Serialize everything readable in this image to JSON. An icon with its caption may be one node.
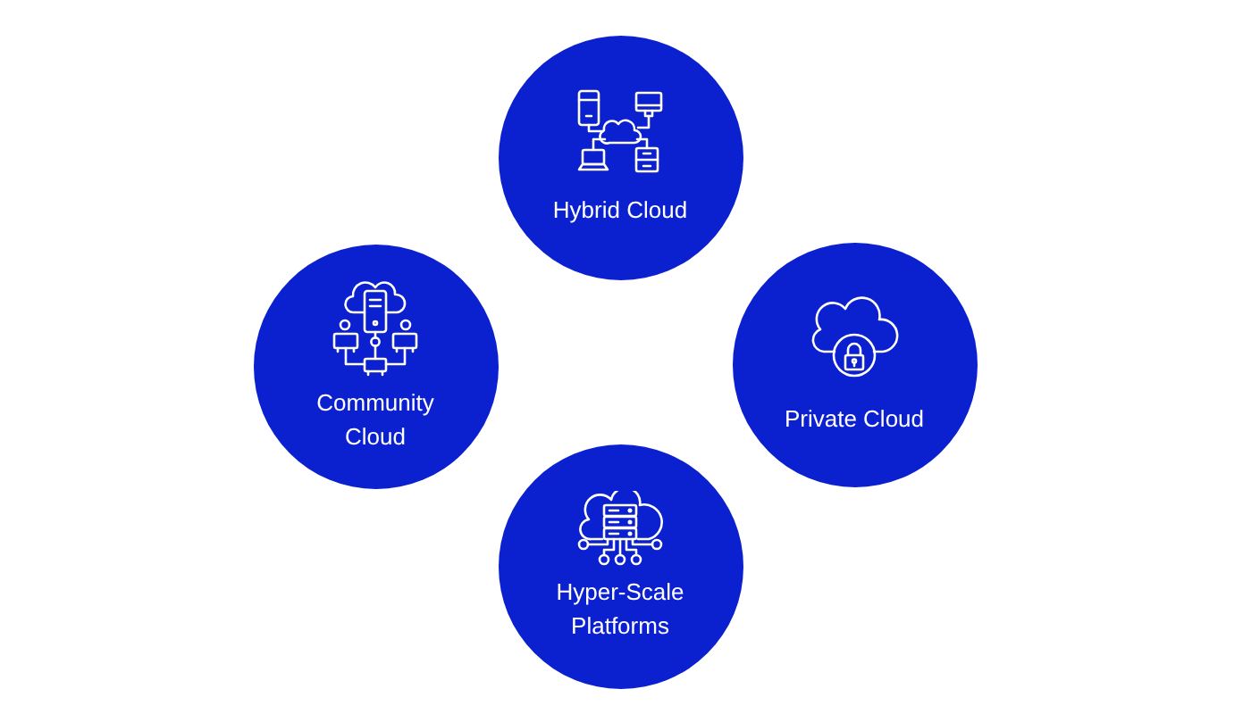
{
  "diagram": {
    "nodes": [
      {
        "text": [
          "Hybrid Cloud"
        ]
      },
      {
        "text": [
          "Community Cloud"
        ]
      },
      {
        "text": [
          "Private Cloud"
        ]
      },
      {
        "text": [
          "Hyper-Scale Platforms"
        ]
      }
    ]
  }
}
